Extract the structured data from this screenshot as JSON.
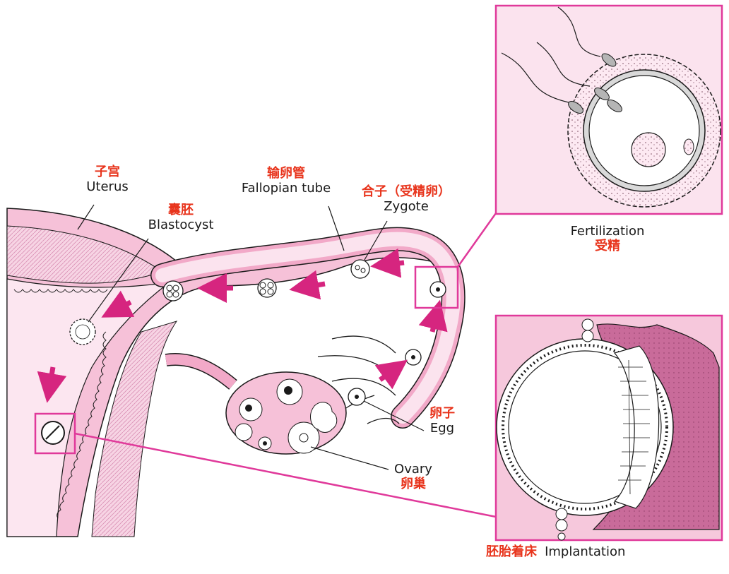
{
  "labels": {
    "uterus": {
      "zh": "子宫",
      "en": "Uterus"
    },
    "blastocyst": {
      "zh": "囊胚",
      "en": "Blastocyst"
    },
    "fallopian": {
      "zh": "输卵管",
      "en": "Fallopian tube"
    },
    "zygote": {
      "zh": "合子（受精卵）",
      "en": "Zygote"
    },
    "fertilization": {
      "en": "Fertilization",
      "zh": "受精"
    },
    "egg": {
      "zh": "卵子",
      "en": "Egg"
    },
    "ovary": {
      "en": "Ovary",
      "zh": "卵巢"
    },
    "implantation": {
      "zh": "胚胎着床",
      "en": "Implantation"
    }
  },
  "colors": {
    "pink_dark": "#d6257f",
    "pink_mid": "#f2a9c8",
    "pink_light": "#fbe3ee",
    "pink_tissue": "#e98cb6",
    "callout": "#e0399a",
    "label_red": "#e8341c",
    "outline": "#1a1a1a"
  }
}
